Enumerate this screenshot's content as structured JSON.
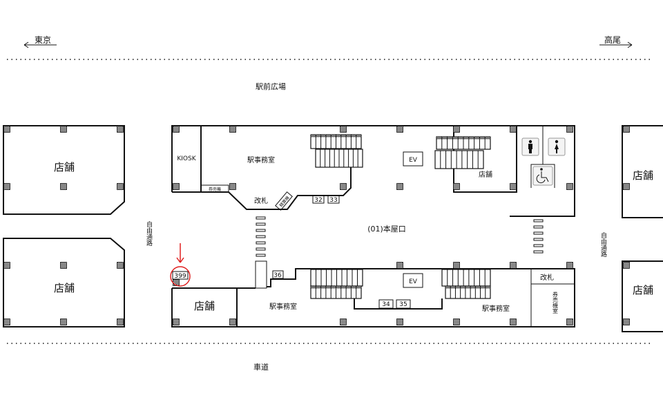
{
  "directions": {
    "left": "東京",
    "right": "高尾"
  },
  "areas": {
    "plaza": "駅前広場",
    "road": "車道",
    "free_passage": "自由通路",
    "exit_name": "(01)本屋口"
  },
  "rooms": {
    "shop": "店舗",
    "kiosk": "KIOSK",
    "station_office": "駅事務室",
    "ticket_gate": "改札",
    "ticket_machine": "券売機",
    "fare_adjust": "精算機",
    "ticket_room": "券売機室",
    "ev": "EV"
  },
  "numbers": {
    "n32": "32",
    "n33": "33",
    "n34": "34",
    "n35": "35",
    "n36": "36",
    "highlight": "399"
  },
  "colors": {
    "highlight": "#e02020",
    "line": "#111111"
  }
}
